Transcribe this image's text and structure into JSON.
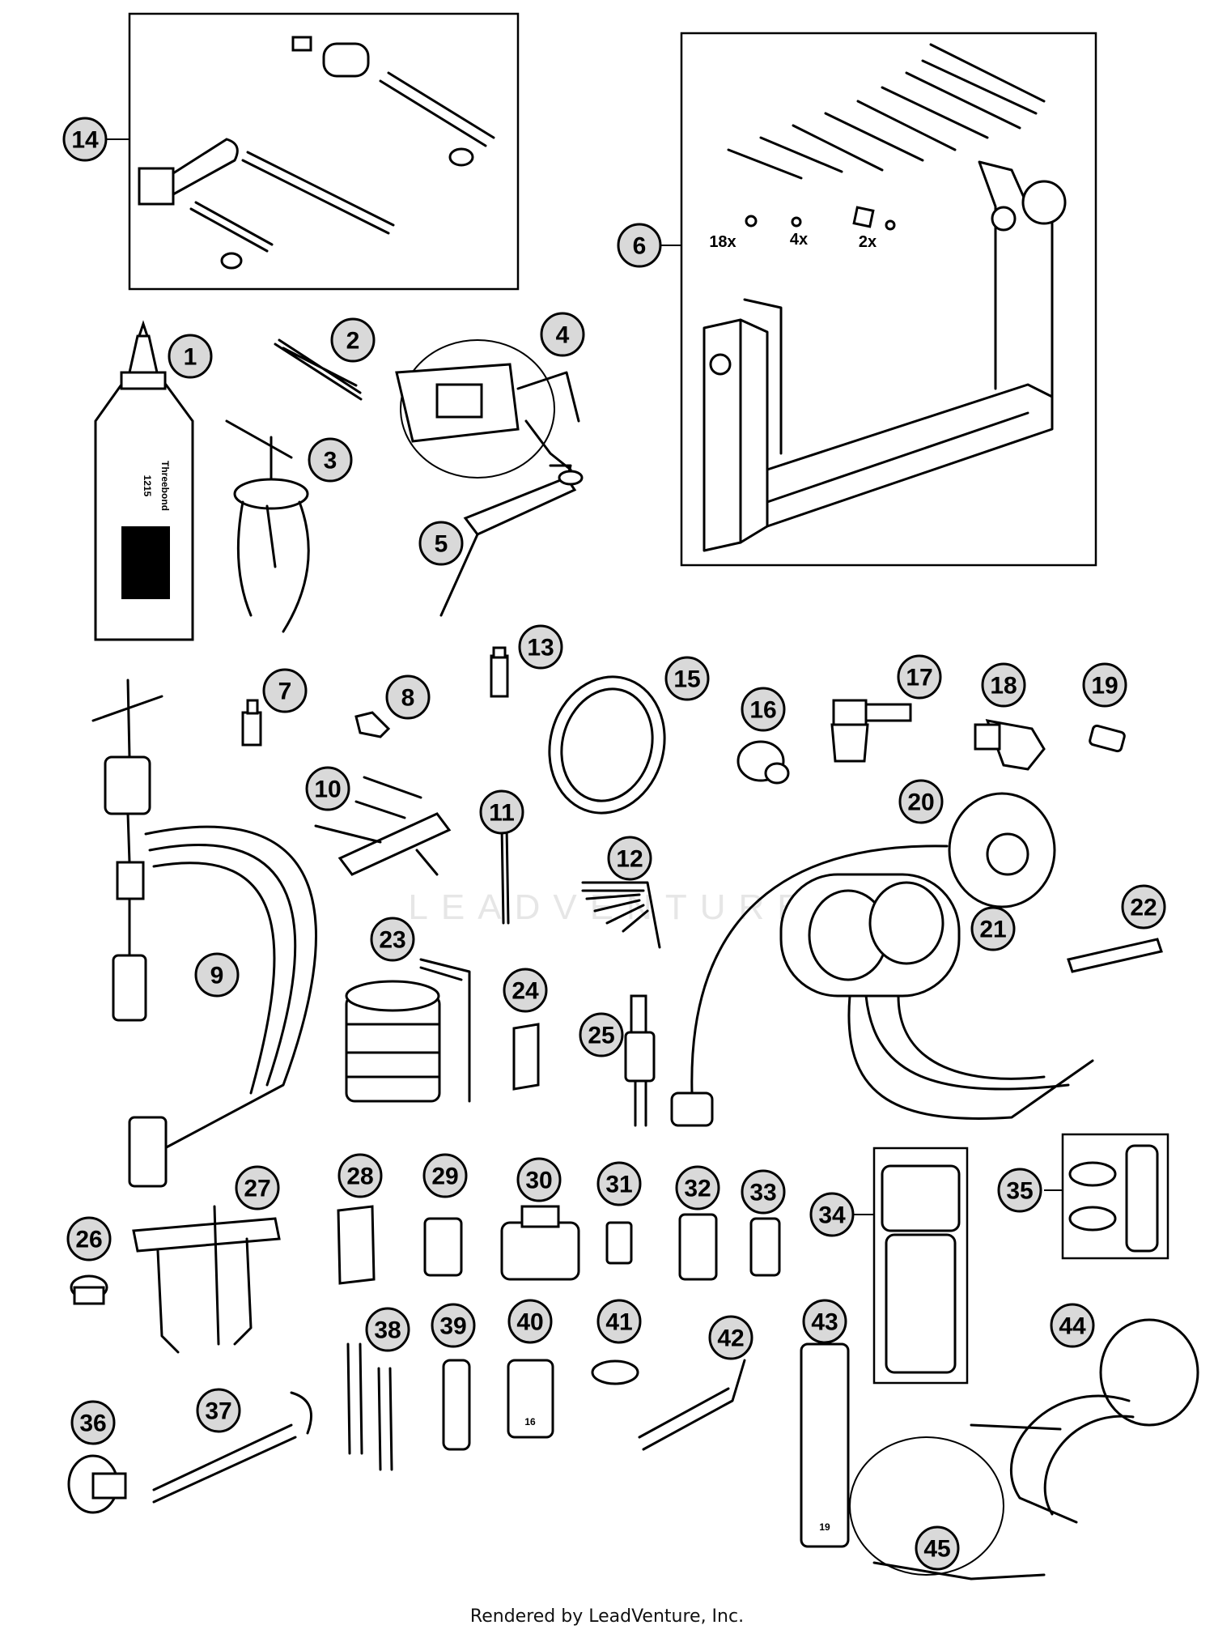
{
  "callouts": [
    "1",
    "2",
    "3",
    "4",
    "5",
    "6",
    "7",
    "8",
    "9",
    "10",
    "11",
    "12",
    "13",
    "14",
    "15",
    "16",
    "17",
    "18",
    "19",
    "20",
    "21",
    "22",
    "23",
    "24",
    "25",
    "26",
    "27",
    "28",
    "29",
    "30",
    "31",
    "32",
    "33",
    "34",
    "35",
    "36",
    "37",
    "38",
    "39",
    "40",
    "41",
    "42",
    "43",
    "44",
    "45"
  ],
  "kit_quantities": {
    "q1": "18x",
    "q2": "4x",
    "q3": "2x"
  },
  "part_markings": {
    "tube_text": "Threebond",
    "tube_code": "1215",
    "socket_40": "16",
    "socket_43": "19"
  },
  "watermark": "LEADVENTURE",
  "footer": "Rendered by LeadVenture, Inc.",
  "colors": {
    "ink": "#000000",
    "callout_fill": "#d9d9d9",
    "background": "#ffffff",
    "watermark": "#e6e6e6"
  }
}
